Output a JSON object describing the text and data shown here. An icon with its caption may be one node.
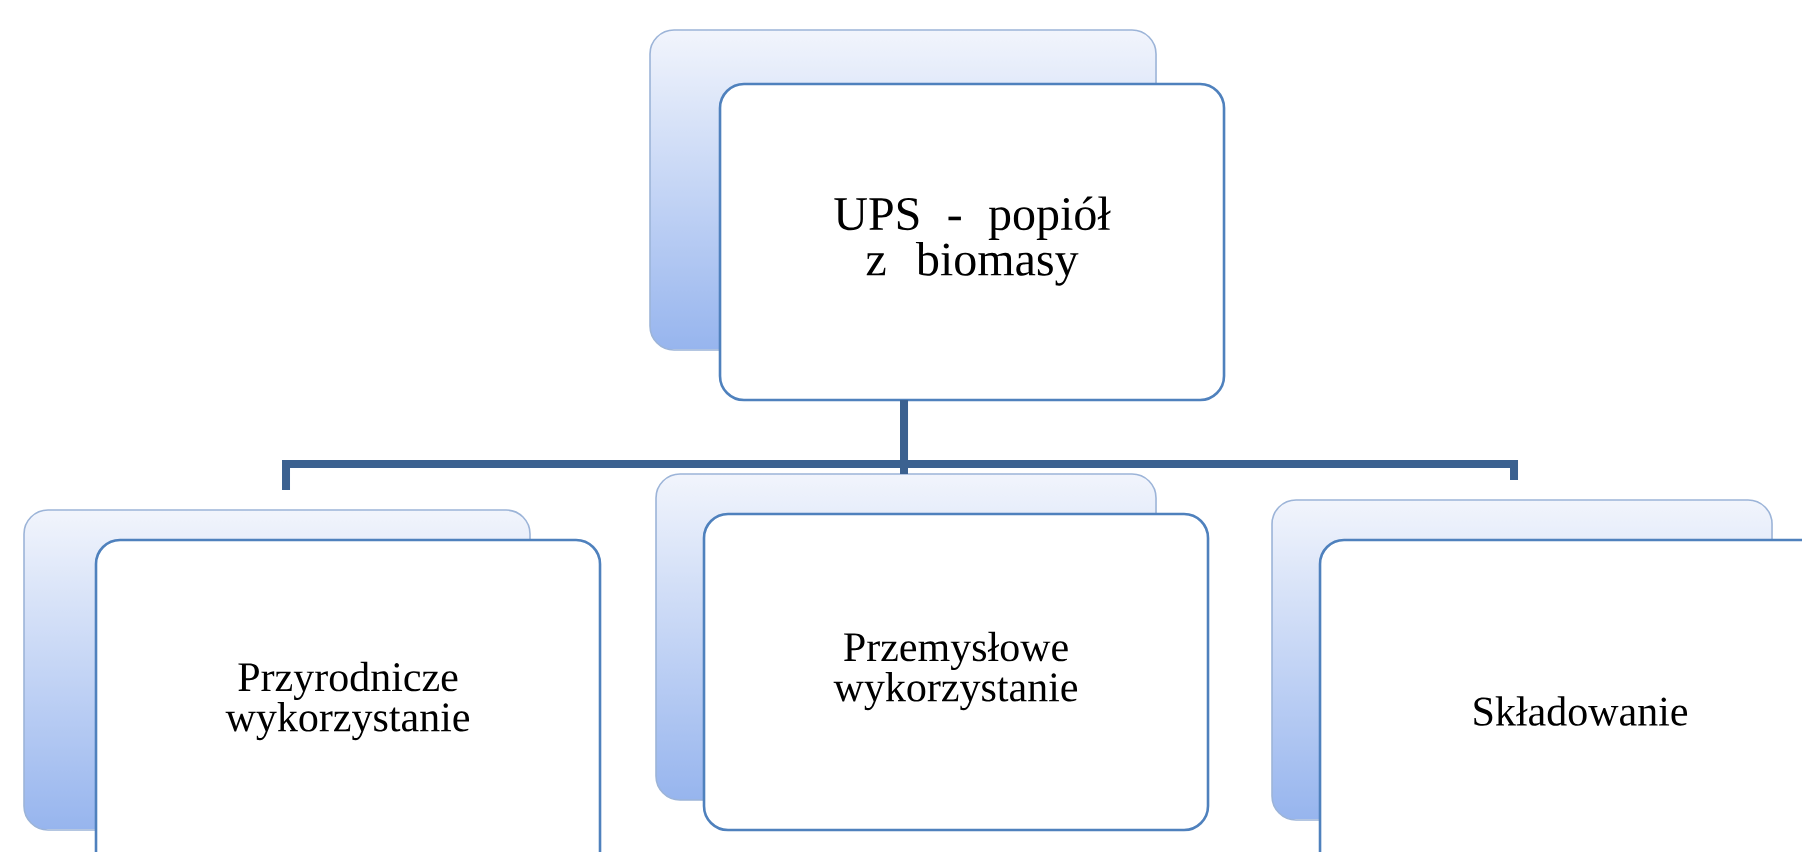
{
  "diagram": {
    "nodes": [
      {
        "text": [
          "UPS - popiół z biomasy"
        ]
      },
      {
        "text": [
          "Przyrodnicze wykorzystanie"
        ]
      },
      {
        "text": [
          "Przemysłowe wykorzystanie"
        ]
      },
      {
        "text": [
          "Składowanie"
        ]
      }
    ],
    "edges": [
      {
        "from": 0,
        "to": 1,
        "arrow": "none"
      },
      {
        "from": 0,
        "to": 2,
        "arrow": "none"
      },
      {
        "from": 0,
        "to": 3,
        "arrow": "none"
      }
    ]
  }
}
